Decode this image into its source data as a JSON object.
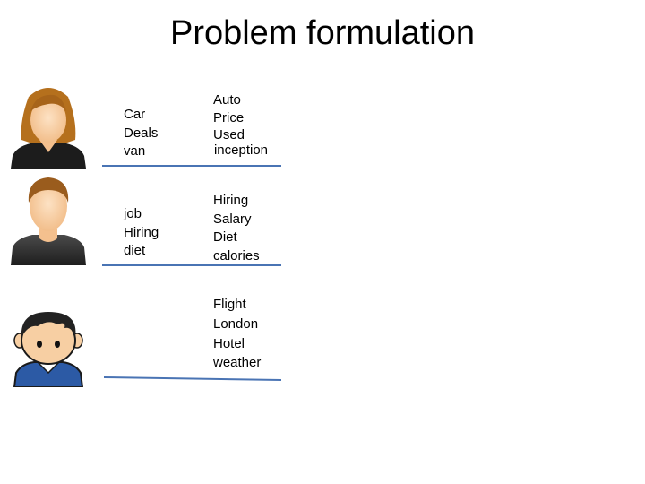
{
  "slide": {
    "title": "Problem formulation"
  },
  "users": [
    {
      "avatar_icon": "woman-avatar-icon",
      "query_words": [
        "Car",
        "Deals",
        "van"
      ],
      "topic_words": [
        "Auto",
        "Price",
        "Used",
        "inception"
      ]
    },
    {
      "avatar_icon": "man-avatar-icon",
      "query_words": [
        "job",
        "Hiring",
        "diet"
      ],
      "topic_words": [
        "Hiring",
        "Salary",
        "Diet",
        "calories"
      ]
    },
    {
      "avatar_icon": "boy-avatar-icon",
      "query_words": [],
      "topic_words": [
        "Flight",
        "London",
        "Hotel",
        "weather"
      ]
    }
  ],
  "colors": {
    "separator": "#4a74b4",
    "woman_hair": "#b5701d",
    "man_hair": "#9a5c1d",
    "skin": "#f7cfa3",
    "boy_shirt": "#2c5aa5"
  }
}
